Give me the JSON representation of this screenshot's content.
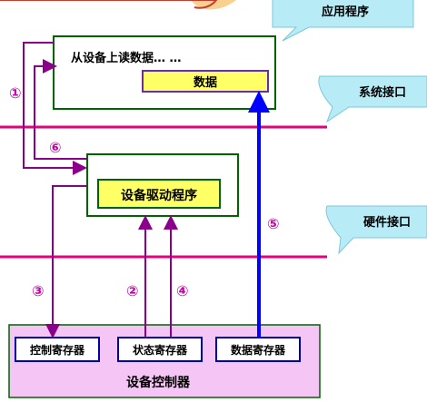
{
  "callouts": {
    "application": "应用程序",
    "system_interface": "系统接口",
    "hardware_interface": "硬件接口"
  },
  "app_box": {
    "text": "从设备上读数据… …",
    "data_label": "数据"
  },
  "driver_box": {
    "label": "设备驱动程序"
  },
  "controller": {
    "label": "设备控制器",
    "registers": [
      "控制寄存器",
      "状态寄存器",
      "数据寄存器"
    ]
  },
  "steps": {
    "s1": "①",
    "s2": "②",
    "s3": "③",
    "s4": "④",
    "s5": "⑤",
    "s6": "⑥"
  },
  "colors": {
    "interface_line": "#e6007e",
    "control_arrow": "#8b008b",
    "data_arrow": "#0000ff",
    "box_border_green": "#006400",
    "box_fill_yellow": "#ffff66",
    "controller_fill": "#f5c6f5",
    "callout_fill": "#b7ecf7",
    "step_number_color": "#cc00aa"
  }
}
